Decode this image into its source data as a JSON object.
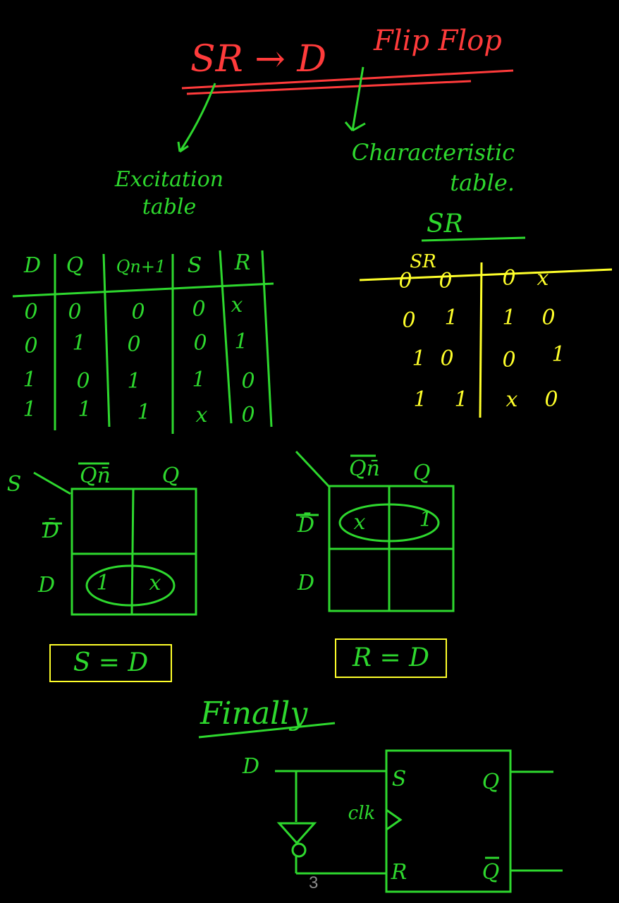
{
  "title": {
    "conversion": "SR → D",
    "suffix": "Flip Flop",
    "color": "#ff3b3b"
  },
  "labels": {
    "excitation": "Excitation table",
    "characteristic": "Characteristic table."
  },
  "excitation_table": {
    "headers": [
      "D",
      "Q",
      "Qn+1",
      "S",
      "R"
    ],
    "rows": [
      [
        "0",
        "0",
        "0",
        "0",
        "x"
      ],
      [
        "0",
        "1",
        "0",
        "0",
        "1"
      ],
      [
        "1",
        "0",
        "1",
        "1",
        "0"
      ],
      [
        "1",
        "1",
        "1",
        "x",
        "0"
      ]
    ]
  },
  "characteristic_table": {
    "title": "SR",
    "header_left": "SR",
    "rows": [
      [
        "0",
        "0",
        "0",
        "x"
      ],
      [
        "0",
        "1",
        "1",
        "0"
      ],
      [
        "1",
        "0",
        "0",
        "1"
      ],
      [
        "1",
        "1",
        "x",
        "0"
      ]
    ]
  },
  "kmap_s": {
    "corner": "S",
    "col_labels": [
      "Qn̄",
      "Q"
    ],
    "row_labels": [
      "D̄",
      "D"
    ],
    "cells": [
      [
        "",
        ""
      ],
      [
        "1",
        "x"
      ]
    ],
    "result": "S = D"
  },
  "kmap_r": {
    "col_labels": [
      "Qn̄",
      "Q"
    ],
    "row_labels": [
      "D̄",
      "D"
    ],
    "cells": [
      [
        "x",
        "1"
      ],
      [
        "",
        ""
      ]
    ],
    "result": "R = D"
  },
  "finally": {
    "heading": "Finally",
    "input": "D",
    "clk": "clk",
    "pins": {
      "s": "S",
      "r": "R",
      "q": "Q",
      "qbar": "Q"
    }
  },
  "page_number": "3",
  "colors": {
    "green": "#2ed82e",
    "yellow": "#ffff2a",
    "red": "#ff3b3b"
  }
}
